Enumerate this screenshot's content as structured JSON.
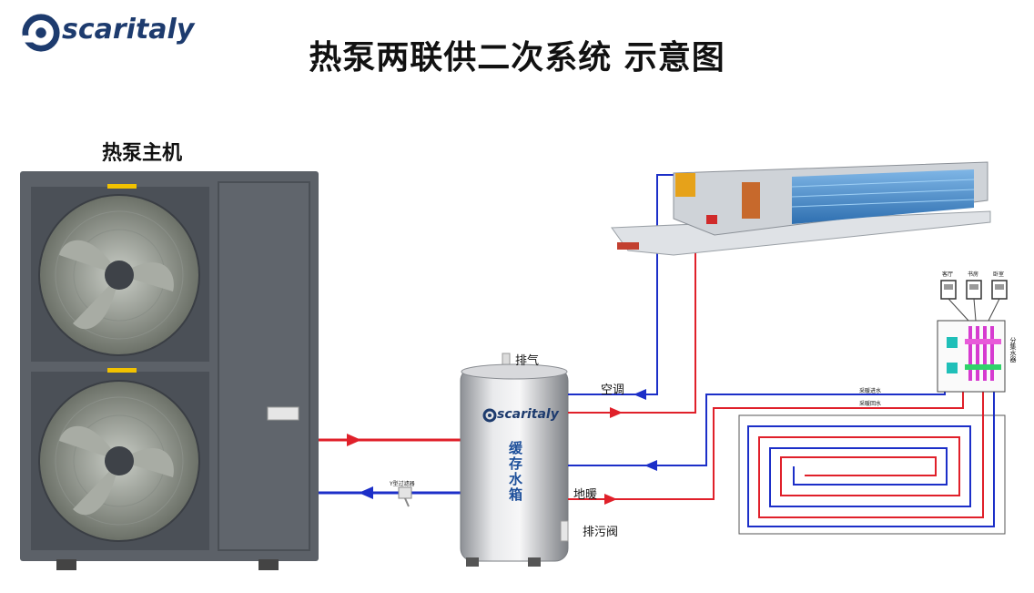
{
  "header": {
    "logo_text": "scaritaly",
    "title": "热泵两联供二次系统 示意图"
  },
  "heat_pump": {
    "label": "热泵主机"
  },
  "tank": {
    "logo_text": "scaritaly",
    "label": "缓存水箱",
    "vent_label": "排气",
    "drain_label": "排污阀"
  },
  "pipes": {
    "ac_label": "空调",
    "floor_label": "地暖",
    "filter_label": "Y型过滤器"
  },
  "manifold": {
    "thermostat_labels": [
      "客厅",
      "书房",
      "卧室"
    ],
    "side_label": "分集水器",
    "supply_label": "采暖进水",
    "return_label": "采暖回水"
  },
  "colors": {
    "supply": "#e0202a",
    "return": "#1c2fc8",
    "unit_body": "#5a6068",
    "accent": "#1d3b6e"
  }
}
